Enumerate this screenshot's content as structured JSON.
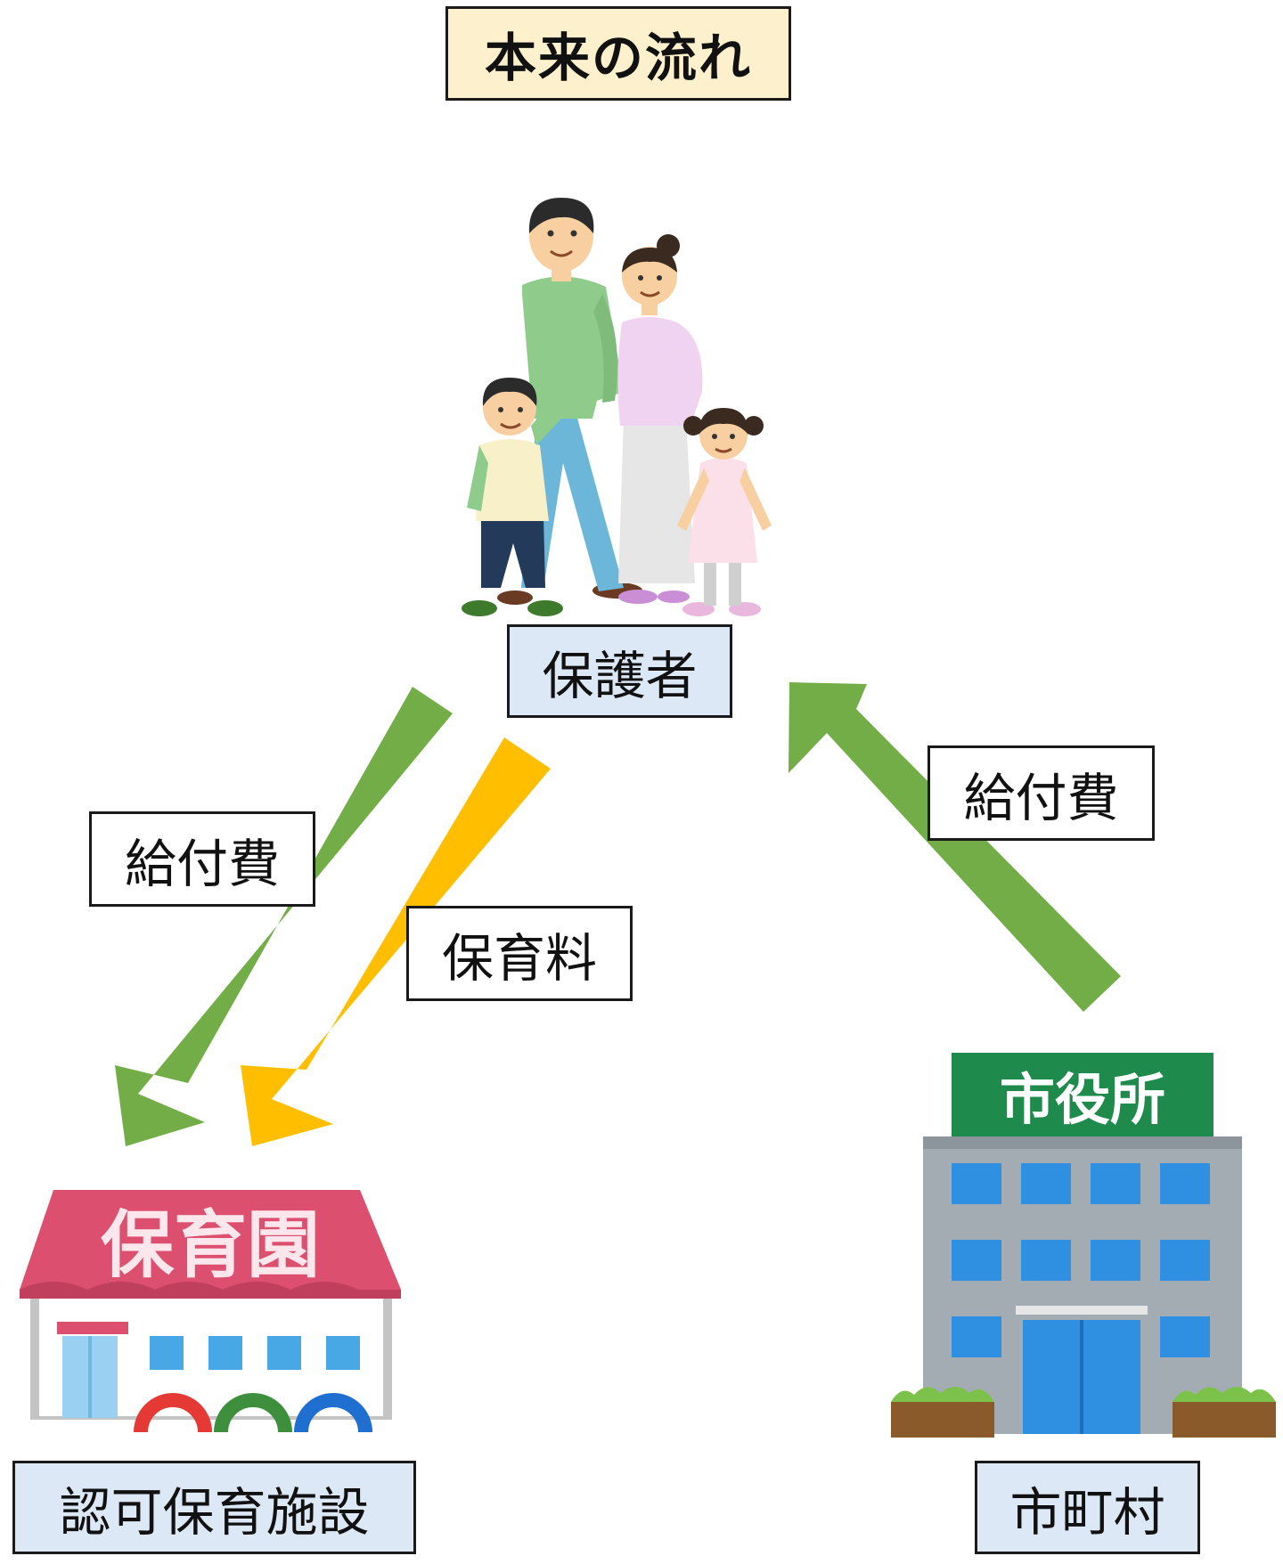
{
  "title": "本来の流れ",
  "nodes": {
    "guardian": "保護者",
    "facility": "認可保育施設",
    "municipality": "市町村"
  },
  "edges": {
    "guardian_to_facility_benefit": "給付費",
    "guardian_to_facility_fee": "保育料",
    "municipality_to_guardian_benefit": "給付費"
  },
  "signs": {
    "nursery": "保育園",
    "city_hall": "市役所"
  },
  "colors": {
    "benefit_arrow": "#72ad47",
    "fee_arrow": "#ffbf00",
    "title_bg": "#fdf0cc",
    "node_bg": "#dce8f5",
    "nursery_roof": "#dc4f6e",
    "city_hall_sign": "#1e8a4b"
  }
}
